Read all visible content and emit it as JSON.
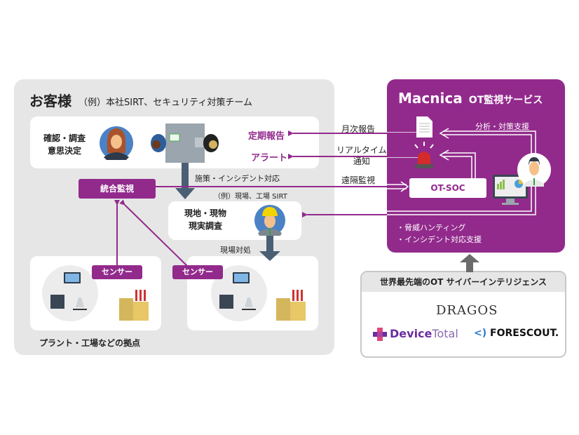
{
  "customer": {
    "title": "お客様",
    "subtitle": "（例）本社SIRT、セキュリティ対策チーム",
    "hq_role_line1": "確認・調査",
    "hq_role_line2": "意思決定",
    "periodic_report": "定期報告",
    "alert": "アラート",
    "response_label": "施策・インシデント対応",
    "integrated_monitoring": "統合監視",
    "site_team_label": "（例）現場、工場 SIRT",
    "site_role_line1": "現地・現物",
    "site_role_line2": "現実調査",
    "onsite_action": "現場対処",
    "sensor_1": "センサー",
    "sensor_2": "センサー",
    "sites_label": "プラント・工場などの拠点"
  },
  "flows": {
    "monthly_report": "月次報告",
    "realtime_line1": "リアルタイム",
    "realtime_line2": "通知",
    "remote_monitoring": "遠隔監視"
  },
  "macnica": {
    "brand": "Macnica",
    "service": "OT監視サービス",
    "analysis_support": "分析・対策支援",
    "soc": "OT-SOC",
    "bullets": [
      "脅威ハンティング",
      "インシデント対応支援"
    ],
    "accent_color": "#922a8c"
  },
  "intelligence": {
    "title": "世界最先端のOT サイバーインテリジェンス",
    "vendors": {
      "dragos": "DRAGOS",
      "devicetotal_bold": "Device",
      "devicetotal_light": "Total",
      "forescout": "FORESCOUT."
    }
  }
}
